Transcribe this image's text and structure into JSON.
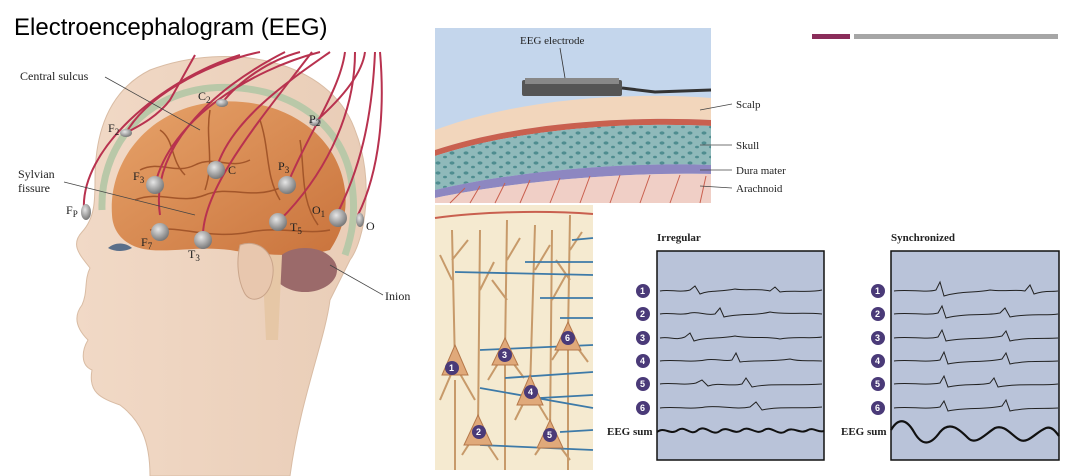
{
  "title": "Electroencephalogram (EEG)",
  "colors": {
    "accent": "#8a2d5a",
    "gray_bar": "#a6a6a6",
    "panel_bg": "#b9c3d9",
    "circle": "#4a3a78"
  },
  "head": {
    "labels": {
      "central_sulcus": "Central sulcus",
      "sylvian": "Sylvian",
      "fissure": "fissure",
      "inion": "Inion"
    },
    "electrodes": {
      "c2": "C",
      "c2_sub": "2",
      "f2": "F",
      "f2_sub": "2",
      "p2": "P",
      "p2_sub": "2",
      "f3": "F",
      "f3_sub": "3",
      "c": "C",
      "p3": "P",
      "p3_sub": "3",
      "fp": "F",
      "fp_sub": "P",
      "f7": "F",
      "f7_sub": "7",
      "t3": "T",
      "t3_sub": "3",
      "t5": "T",
      "t5_sub": "5",
      "o1": "O",
      "o1_sub": "1",
      "o": "O"
    }
  },
  "cross_section": {
    "electrode_label": "EEG electrode",
    "layers": [
      "Scalp",
      "Skull",
      "Dura mater",
      "Arachnoid"
    ]
  },
  "neurons": {
    "numbers": [
      "1",
      "2",
      "3",
      "4",
      "5",
      "6"
    ]
  },
  "panels": [
    {
      "title": "Irregular",
      "channels": [
        "1",
        "2",
        "3",
        "4",
        "5",
        "6"
      ],
      "sum_label": "EEG sum"
    },
    {
      "title": "Synchronized",
      "channels": [
        "1",
        "2",
        "3",
        "4",
        "5",
        "6"
      ],
      "sum_label": "EEG sum"
    }
  ]
}
